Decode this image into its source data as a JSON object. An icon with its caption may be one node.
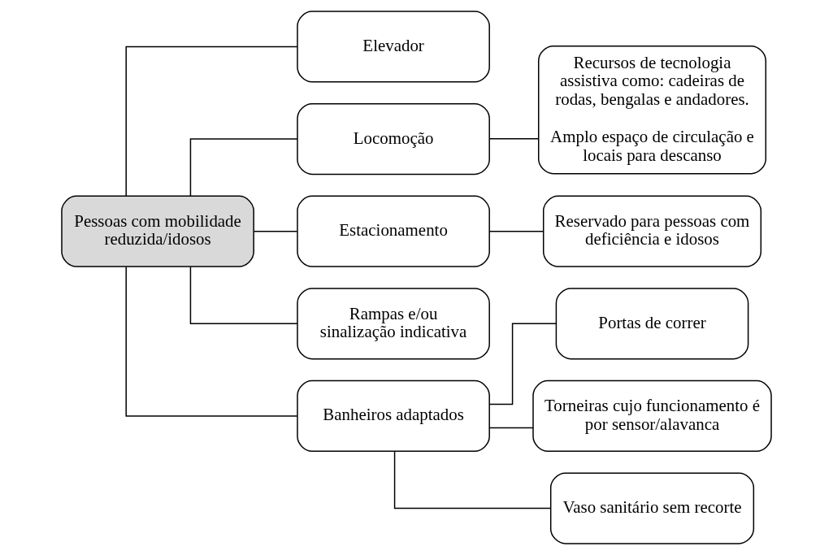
{
  "diagram": {
    "nodes": [
      {
        "text": [
          "Pessoas com mobilidade reduzida/idosos"
        ]
      },
      {
        "text": [
          "Elevador"
        ]
      },
      {
        "text": [
          "Locomoção"
        ]
      },
      {
        "text": [
          "Recursos de tecnologia assistiva como: cadeiras de rodas, bengalas e andadores.",
          "Amplo espaço de circulação e locais para descanso"
        ]
      },
      {
        "text": [
          "Estacionamento"
        ]
      },
      {
        "text": [
          "Reservado para pessoas com deficiência e idosos"
        ]
      },
      {
        "text": [
          "Rampas e/ou sinalização indicativa"
        ]
      },
      {
        "text": [
          "Banheiros adaptados"
        ]
      },
      {
        "text": [
          "Portas de correr"
        ]
      },
      {
        "text": [
          "Torneiras cujo funcionamento é por sensor/alavanca"
        ]
      },
      {
        "text": [
          "Vaso sanitário sem recorte"
        ]
      }
    ],
    "edges": [
      {
        "from": 0,
        "to": 1,
        "arrow": "none"
      },
      {
        "from": 0,
        "to": 2,
        "arrow": "none"
      },
      {
        "from": 0,
        "to": 4,
        "arrow": "none"
      },
      {
        "from": 0,
        "to": 6,
        "arrow": "none"
      },
      {
        "from": 0,
        "to": 7,
        "arrow": "none"
      },
      {
        "from": 2,
        "to": 3,
        "arrow": "none"
      },
      {
        "from": 4,
        "to": 5,
        "arrow": "none"
      },
      {
        "from": 7,
        "to": 8,
        "arrow": "none"
      },
      {
        "from": 7,
        "to": 9,
        "arrow": "none"
      },
      {
        "from": 7,
        "to": 10,
        "arrow": "none"
      }
    ]
  }
}
